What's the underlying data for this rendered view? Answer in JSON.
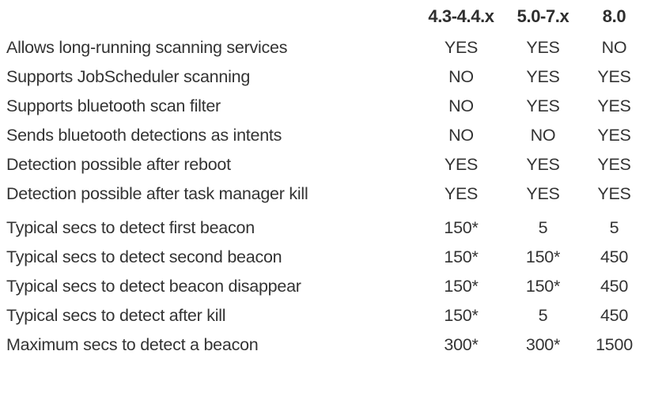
{
  "table": {
    "columns": [
      {
        "key": "label",
        "header": ""
      },
      {
        "key": "v_4_3",
        "header": "4.3-4.4.x"
      },
      {
        "key": "v_5_0",
        "header": "5.0-7.x"
      },
      {
        "key": "v_8_0",
        "header": "8.0"
      }
    ],
    "rows": [
      {
        "label": "Allows long-running scanning services",
        "values": [
          "YES",
          "YES",
          "NO"
        ]
      },
      {
        "label": "Supports JobScheduler scanning",
        "values": [
          "NO",
          "YES",
          "YES"
        ]
      },
      {
        "label": "Supports bluetooth scan filter",
        "values": [
          "NO",
          "YES",
          "YES"
        ]
      },
      {
        "label": "Sends bluetooth detections as intents",
        "values": [
          "NO",
          "NO",
          "YES"
        ]
      },
      {
        "label": "Detection possible after reboot",
        "values": [
          "YES",
          "YES",
          "YES"
        ]
      },
      {
        "label": "Detection possible after task manager kill",
        "values": [
          "YES",
          "YES",
          "YES"
        ]
      },
      {
        "label": "Typical secs to detect first beacon",
        "values": [
          "150*",
          "5",
          "5"
        ]
      },
      {
        "label": "Typical secs to detect second beacon",
        "values": [
          "150*",
          "150*",
          "450"
        ]
      },
      {
        "label": "Typical secs to detect beacon disappear",
        "values": [
          "150*",
          "150*",
          "450"
        ]
      },
      {
        "label": "Typical secs to detect after kill",
        "values": [
          "150*",
          "5",
          "450"
        ]
      },
      {
        "label": "Maximum secs to detect a beacon",
        "values": [
          "300*",
          "300*",
          "1500"
        ]
      }
    ]
  },
  "style": {
    "background": "#ffffff",
    "text_color": "#333333",
    "header_color": "#2e2e2e"
  }
}
